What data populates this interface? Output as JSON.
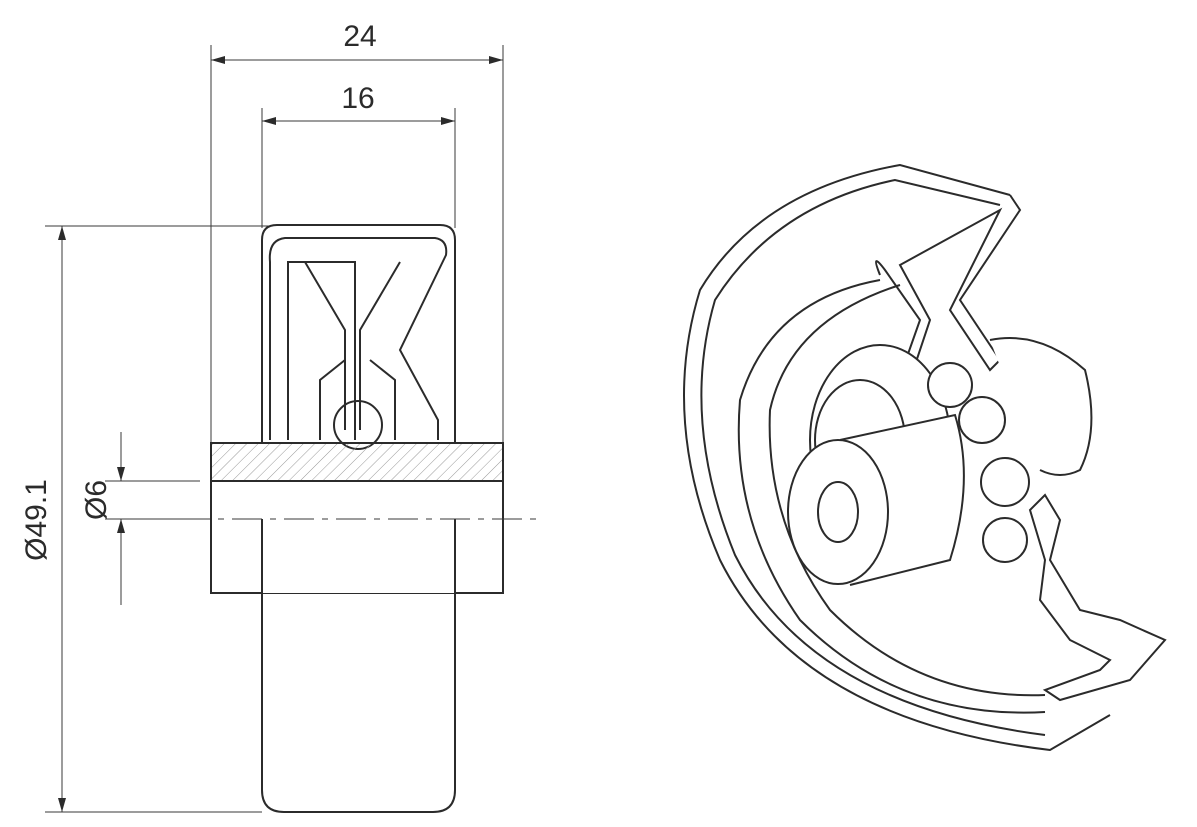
{
  "dimensions": {
    "overall_width": "24",
    "wheel_width": "16",
    "wheel_diameter": "Ø49.1",
    "bore_diameter": "Ø6"
  },
  "colors": {
    "line": "#2b2b2b",
    "background": "#ffffff"
  }
}
